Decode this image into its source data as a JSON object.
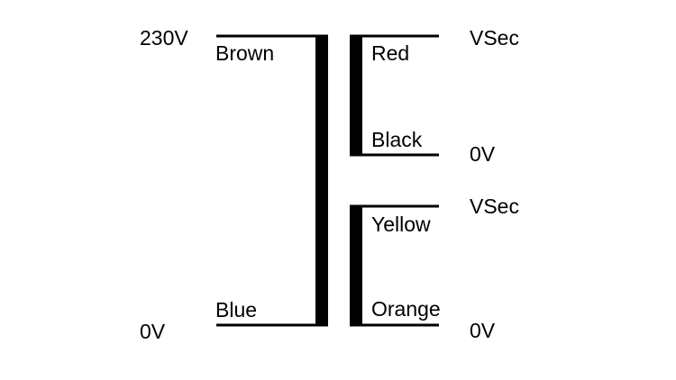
{
  "primary": {
    "top_voltage": "230V",
    "bottom_voltage": "0V",
    "top_wire": "Brown",
    "bottom_wire": "Blue"
  },
  "secondary_1": {
    "top_wire": "Red",
    "bottom_wire": "Black",
    "top_voltage": "VSec",
    "bottom_voltage": "0V"
  },
  "secondary_2": {
    "top_wire": "Yellow",
    "bottom_wire": "Orange",
    "top_voltage": "VSec",
    "bottom_voltage": "0V"
  },
  "colors": {
    "line": "#000000",
    "background": "#ffffff"
  }
}
